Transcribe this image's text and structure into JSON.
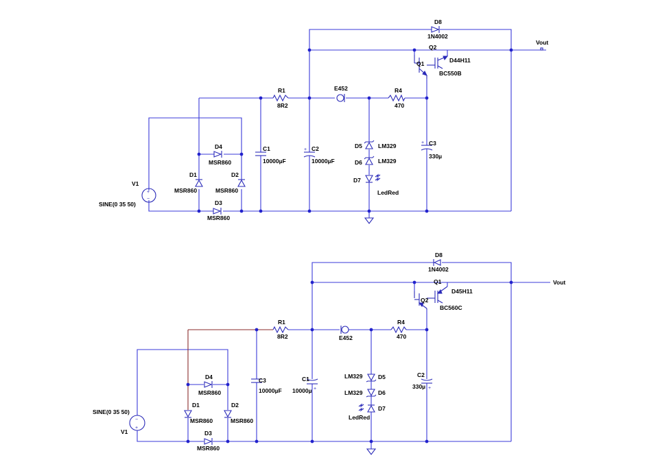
{
  "colors": {
    "wire": "#3a3ad8",
    "component": "#2a2ab8",
    "junction": "#2222cc",
    "label": "#000000"
  },
  "circuits": [
    {
      "R1": "R1",
      "R1_val": "8R2",
      "R4": "R4",
      "R4_val": "470",
      "C1": "C1",
      "C1_val": "10000µF",
      "C2": "C2",
      "C2_val": "10000µF",
      "C3": "C3",
      "C3_val": "330µ",
      "D1": "D1",
      "D1_val": "MSR860",
      "D2": "D2",
      "D2_val": "MSR860",
      "D3": "D3",
      "D3_val": "MSR860",
      "D4": "D4",
      "D4_val": "MSR860",
      "D5": "D5",
      "D5_val": "LM329",
      "D6": "D6",
      "D6_val": "LM329",
      "D7": "D7",
      "D7_val": "LedRed",
      "D8": "D8",
      "D8_val": "1N4002",
      "E": "E452",
      "Q1": "Q1",
      "Q1_val": "BC550B",
      "Q2": "Q2",
      "Q2_val": "D44H11",
      "V1": "V1",
      "V1_val": "SINE(0 35 50)",
      "out": "Vout"
    },
    {
      "R1": "R1",
      "R1_val": "8R2",
      "R4": "R4",
      "R4_val": "470",
      "C3": "C3",
      "C3_val": "10000µF",
      "C1": "C1",
      "C1_val": "10000µ",
      "C2": "C2",
      "C2_val": "330µ",
      "D1": "D1",
      "D1_val": "MSR860",
      "D2": "D2",
      "D2_val": "MSR860",
      "D3": "D3",
      "D3_val": "MSR860",
      "D4": "D4",
      "D4_val": "MSR860",
      "D5": "D5",
      "D5_val": "LM329",
      "D6": "D6",
      "D6_val": "LM329",
      "D7": "D7",
      "D7_val": "LedRed",
      "D8": "D8",
      "D8_val": "1N4002",
      "E": "E452",
      "Q1": "Q1",
      "Q1_val": "D45H11",
      "Q2": "Q2",
      "Q2_val": "BC560C",
      "V1": "V1",
      "V1_val": "SINE(0 35 50)",
      "out": "Vout"
    }
  ]
}
